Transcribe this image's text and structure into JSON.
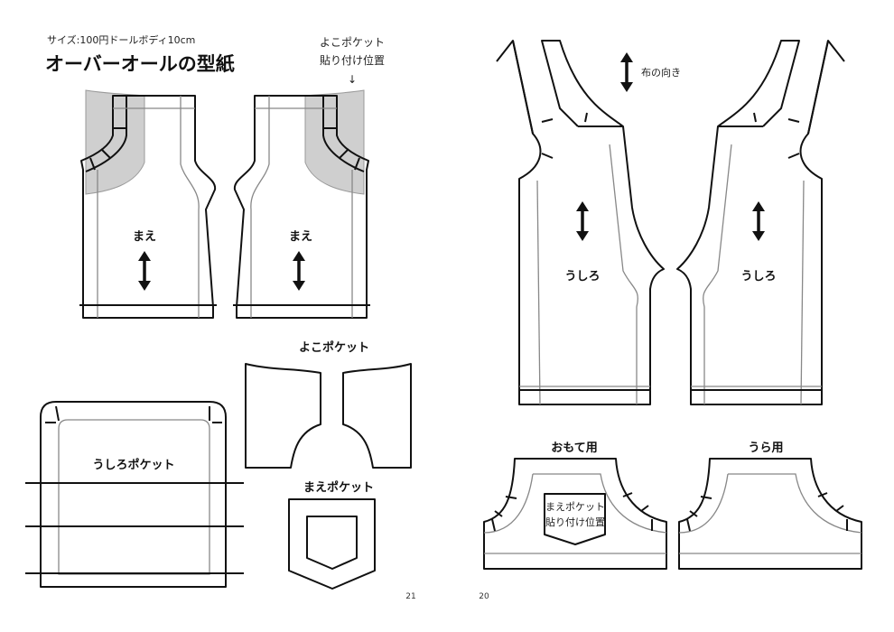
{
  "left_page": {
    "size_note": "サイズ:100円ドールボディ10cm",
    "title": "オーバーオールの型紙",
    "side_pocket_note_line1": "よこポケット",
    "side_pocket_note_line2": "貼り付け位置",
    "side_pocket_note_arrow": "↓",
    "front_label_left": "まえ",
    "front_label_right": "まえ",
    "side_pocket_title": "よこポケット",
    "front_pocket_title": "まえポケット",
    "back_pocket_label": "うしろポケット",
    "page_number": "21"
  },
  "right_page": {
    "grain_note": "布の向き",
    "back_label_left": "うしろ",
    "back_label_right": "うしろ",
    "outer_title": "おもて用",
    "inner_title": "うら用",
    "front_pocket_note_line1": "まえポケット",
    "front_pocket_note_line2": "貼り付け位置",
    "page_number": "20"
  },
  "colors": {
    "line": "#111111",
    "seam": "#888888",
    "shade": "#cfcfcf"
  }
}
